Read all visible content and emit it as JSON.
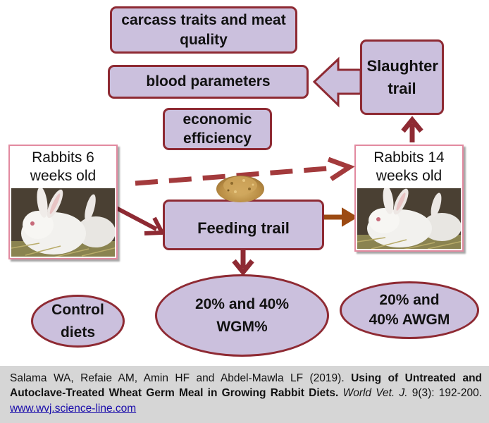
{
  "boxes": {
    "carcass": "carcass traits and meat quality",
    "blood": "blood parameters",
    "economic": "economic efficiency",
    "slaughter": "Slaughter trail",
    "feeding": "Feeding trail"
  },
  "cards": {
    "start": "Rabbits 6 weeks old",
    "end": "Rabbits 14 weeks old"
  },
  "ovals": {
    "control": "Control diets",
    "wgm": "20% and 40% WGM%",
    "awgm": "20% and 40% AWGM"
  },
  "citation": {
    "authors": "Salama WA, Refaie AM, Amin HF and Abdel-Mawla LF (2019).",
    "title": "Using of Untreated and Autoclave-Treated Wheat Germ Meal in Growing Rabbit Diets.",
    "journal": "World Vet. J.",
    "volume": "9(3): 192-200.",
    "link": "www.wvj.science-line.com"
  },
  "colors": {
    "box_fill": "#cbc0dd",
    "box_border": "#8e2a33",
    "arrow_red": "#a33a3c",
    "arrow_brown": "#9c4a12"
  }
}
